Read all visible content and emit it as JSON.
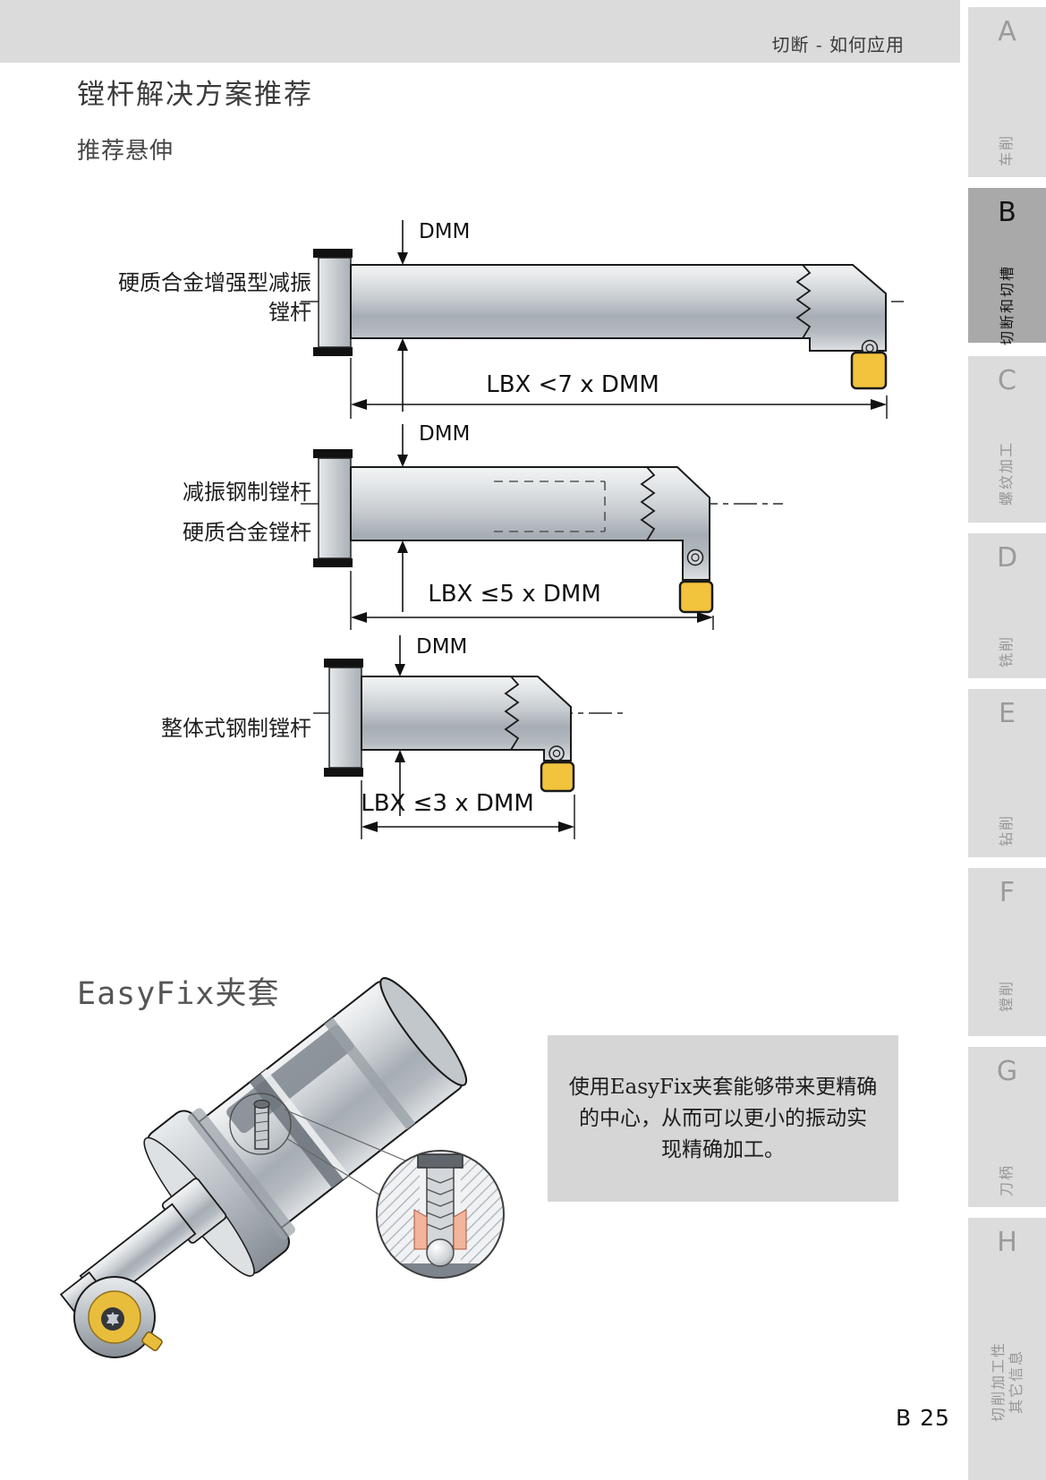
{
  "header": {
    "breadcrumb": "切断 - 如何应用"
  },
  "page": {
    "title": "镗杆解决方案推荐",
    "subtitle": "推荐悬伸",
    "page_number": "B 25"
  },
  "sidebar": {
    "tabs": [
      {
        "letter": "A",
        "label_lines": [
          "车削"
        ],
        "active": false
      },
      {
        "letter": "B",
        "label_lines": [
          "切断和切槽"
        ],
        "active": true
      },
      {
        "letter": "C",
        "label_lines": [
          "螺纹加工"
        ],
        "active": false
      },
      {
        "letter": "D",
        "label_lines": [
          "铣削"
        ],
        "active": false
      },
      {
        "letter": "E",
        "label_lines": [
          "钻削"
        ],
        "active": false
      },
      {
        "letter": "F",
        "label_lines": [
          "镗削"
        ],
        "active": false
      },
      {
        "letter": "G",
        "label_lines": [
          "刀柄"
        ],
        "active": false
      },
      {
        "letter": "H",
        "label_lines": [
          "切削加工性",
          "其它信息"
        ],
        "active": false
      }
    ]
  },
  "diagrams": [
    {
      "label_lines": [
        "硬质合金增强型减振",
        "镗杆"
      ],
      "dmm_label": "DMM",
      "lbx_label": "LBX <7 x DMM"
    },
    {
      "label_lines": [
        "减振钢制镗杆",
        "硬质合金镗杆"
      ],
      "dmm_label": "DMM",
      "lbx_label": "LBX ≤5 x DMM"
    },
    {
      "label_lines": [
        "整体式钢制镗杆"
      ],
      "dmm_label": "DMM",
      "lbx_label": "LBX ≤3 x DMM"
    }
  ],
  "easyfix": {
    "heading": "EasyFix夹套",
    "note_lines": [
      "使用EasyFix夹套能够带来更精确",
      "的中心，从而可以更小的振动实",
      "现精确加工。"
    ]
  },
  "colors": {
    "header_band": "#DBDBDB",
    "active_tab": "#A9A9A9",
    "insert_yellow": "#F2C33C",
    "note_box": "#D6D6D6"
  }
}
